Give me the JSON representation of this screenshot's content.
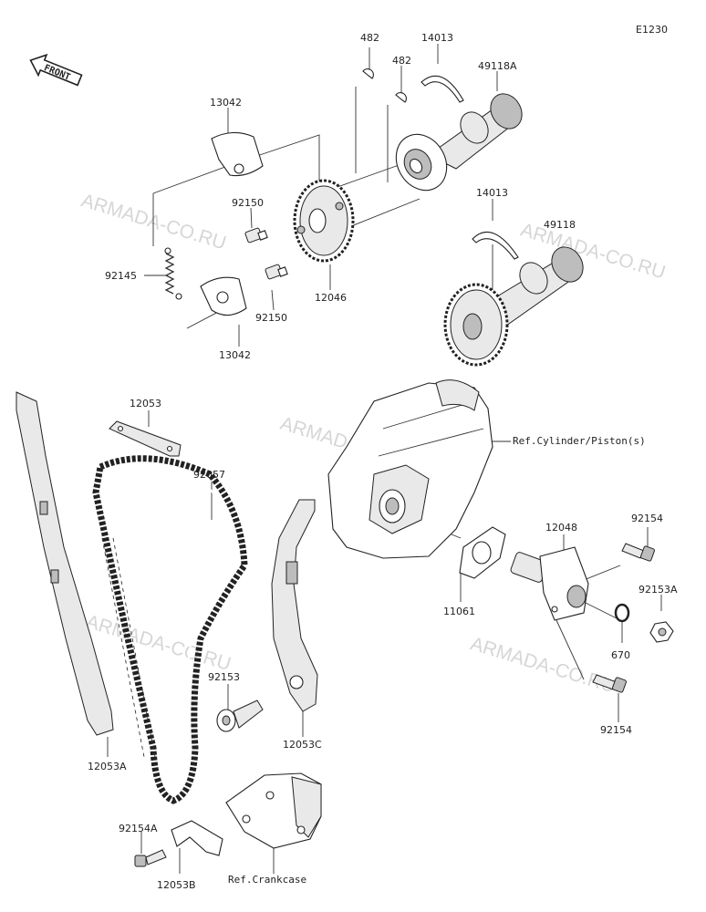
{
  "diagram_code": "E1230",
  "front_badge": "FRONT",
  "watermark": "ARMADA-CO.RU",
  "parts": {
    "p482a": "482",
    "p482b": "482",
    "p14013a": "14013",
    "p49118a": "49118A",
    "p13042a": "13042",
    "p92150a": "92150",
    "p92145": "92145",
    "p92150b": "92150",
    "p12046": "12046",
    "p13042b": "13042",
    "p14013b": "14013",
    "p49118": "49118",
    "p12053": "12053",
    "p92057": "92057",
    "p12048": "12048",
    "p92154a": "92154",
    "p92153a": "92153A",
    "p11061": "11061",
    "p670": "670",
    "p92153": "92153",
    "p12053c": "12053C",
    "p92154b": "92154",
    "p12053a": "12053A",
    "p92154aa": "92154A",
    "p12053b": "12053B"
  },
  "refs": {
    "cylinder": "Ref.Cylinder/Piston(s)",
    "crankcase": "Ref.Crankcase"
  }
}
